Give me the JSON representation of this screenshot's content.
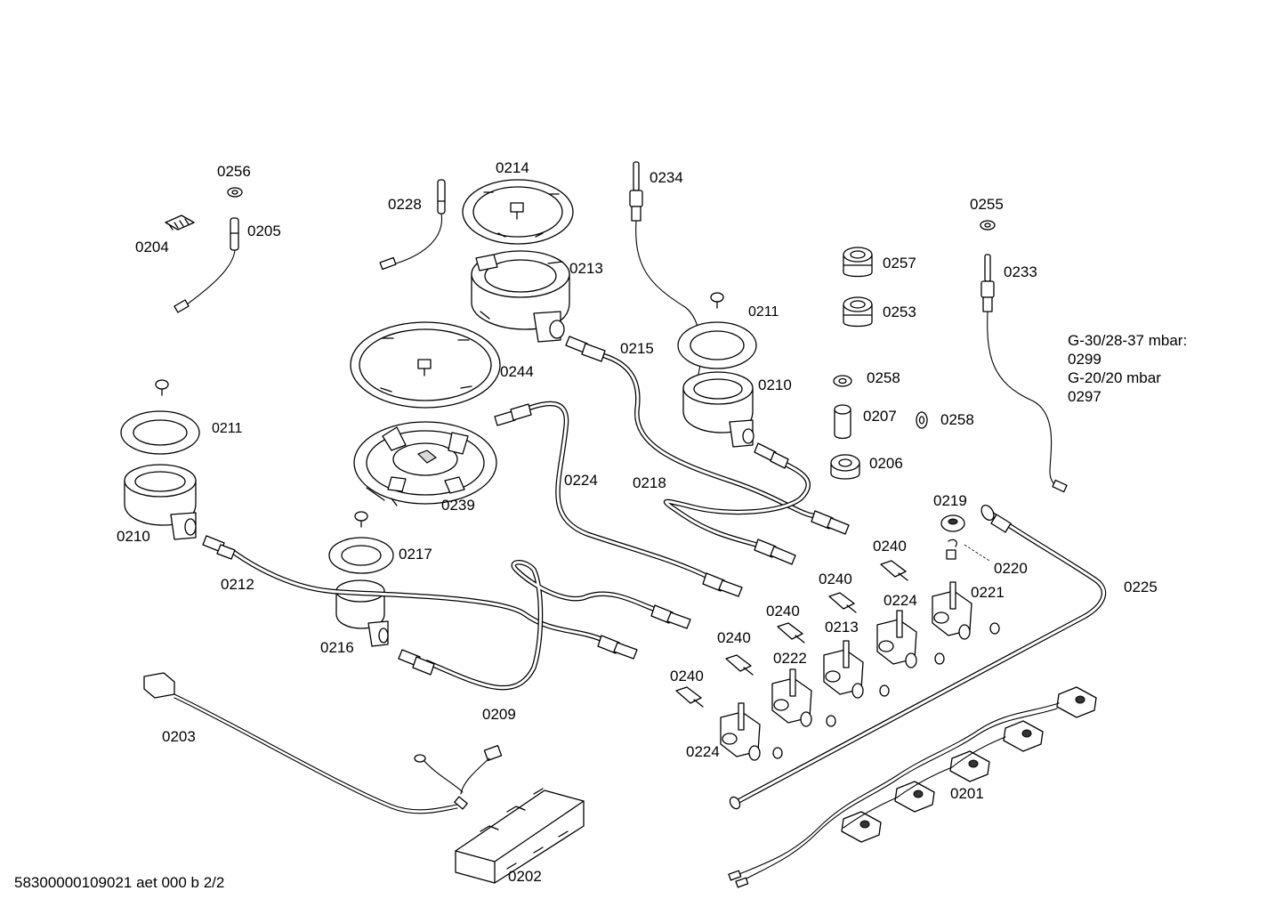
{
  "labels": {
    "p0256": "0256",
    "p0205": "0205",
    "p0204": "0204",
    "p0228": "0228",
    "p0214": "0214",
    "p0213a": "0213",
    "p0234": "0234",
    "p0211a": "0211",
    "p0210a": "0210",
    "p0215": "0215",
    "p0244": "0244",
    "p0255": "0255",
    "p0233": "0233",
    "p0257": "0257",
    "p0253": "0253",
    "p0258a": "0258",
    "p0207": "0207",
    "p0258b": "0258",
    "p0206": "0206",
    "p0211b": "0211",
    "p0210b": "0210",
    "p0239": "0239",
    "p0224a": "0224",
    "p0218": "0218",
    "p0219": "0219",
    "p0220": "0220",
    "p0225": "0225",
    "p0212": "0212",
    "p0217": "0217",
    "p0216": "0216",
    "p0209": "0209",
    "p0240a": "0240",
    "p0240b": "0240",
    "p0224b": "0224",
    "p0221": "0221",
    "p0240c": "0240",
    "p0213b": "0213",
    "p0240d": "0240",
    "p0222": "0222",
    "p0240e": "0240",
    "p0224c": "0224",
    "p0203": "0203",
    "p0201": "0201",
    "p0202": "0202"
  },
  "gas_note": {
    "line1": "G-30/28-37 mbar:",
    "line2": "0299",
    "line3": "G-20/20 mbar",
    "line4": "0297"
  },
  "footer": {
    "document_code": "58300000109021 aet 000 b 2/2"
  }
}
